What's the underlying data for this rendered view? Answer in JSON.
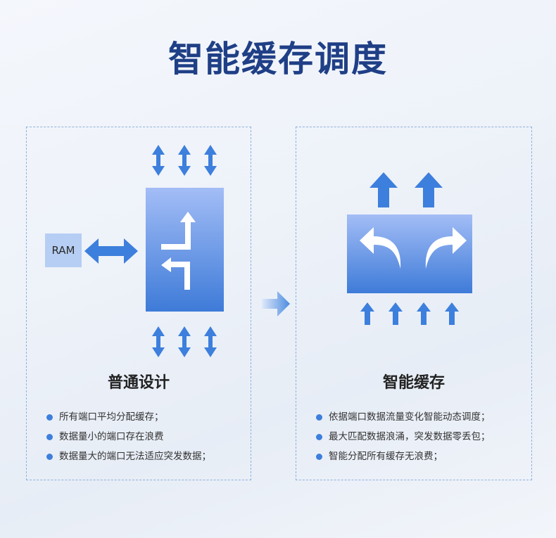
{
  "title": "智能缓存调度",
  "left": {
    "ram_label": "RAM",
    "heading": "普通设计",
    "bullets": [
      "所有端口平均分配缓存；",
      "数据量小的端口存在浪费",
      "数据量大的端口无法适应突发数据；"
    ]
  },
  "right": {
    "heading": "智能缓存",
    "bullets": [
      "依据端口数据流量变化智能动态调度；",
      "最大匹配数据浪涌，突发数据零丢包；",
      "智能分配所有缓存无浪费；"
    ]
  },
  "colors": {
    "title": "#1f3f86",
    "accent": "#3d7fdc",
    "block_top": "#9db8f5",
    "block_bottom": "#3c7ad8"
  }
}
